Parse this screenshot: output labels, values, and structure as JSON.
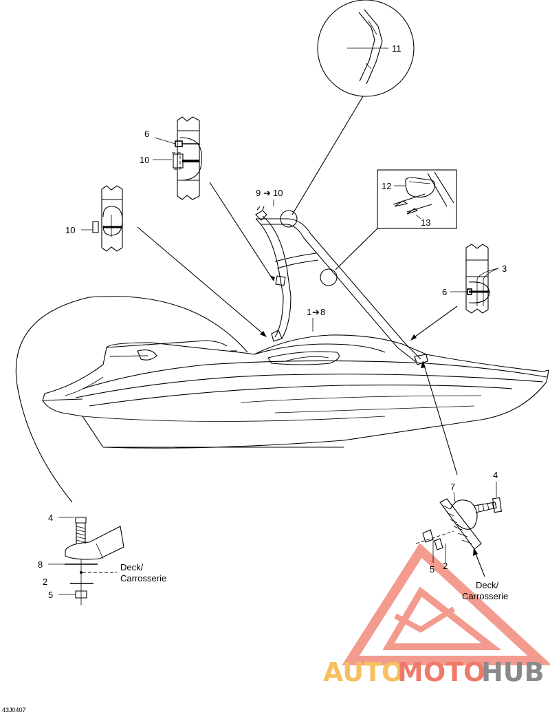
{
  "callouts": {
    "c11": "11",
    "c6_top": "6",
    "c10_top": "10",
    "c9_10": "9",
    "c9_10_arrow": "➔",
    "c9_10_b": "10",
    "c12": "12",
    "c13": "13",
    "c10_left": "10",
    "c3": "3",
    "c6_right": "6",
    "c1_8": "1",
    "c1_8_arrow": "➔",
    "c1_8_b": "8",
    "c4_left": "4",
    "c8_left": "8",
    "c2_left": "2",
    "c5_left": "5",
    "c4_right": "4",
    "c7_right": "7",
    "c5_right": "5",
    "c2_right": "2"
  },
  "labels": {
    "deck_left_1": "Deck/",
    "deck_left_2": "Carrosserie",
    "deck_right_1": "Deck/",
    "deck_right_2": "Carrosserie"
  },
  "drawing_code": "43J0407",
  "watermark": {
    "part1": "AUTO",
    "part2": "MOTO",
    "part3": "HUB",
    "color_auto": "#f5c060",
    "color_moto": "#f07a6a",
    "color_hub": "#8a8a8a",
    "color_triangle": "#f07a6a"
  }
}
